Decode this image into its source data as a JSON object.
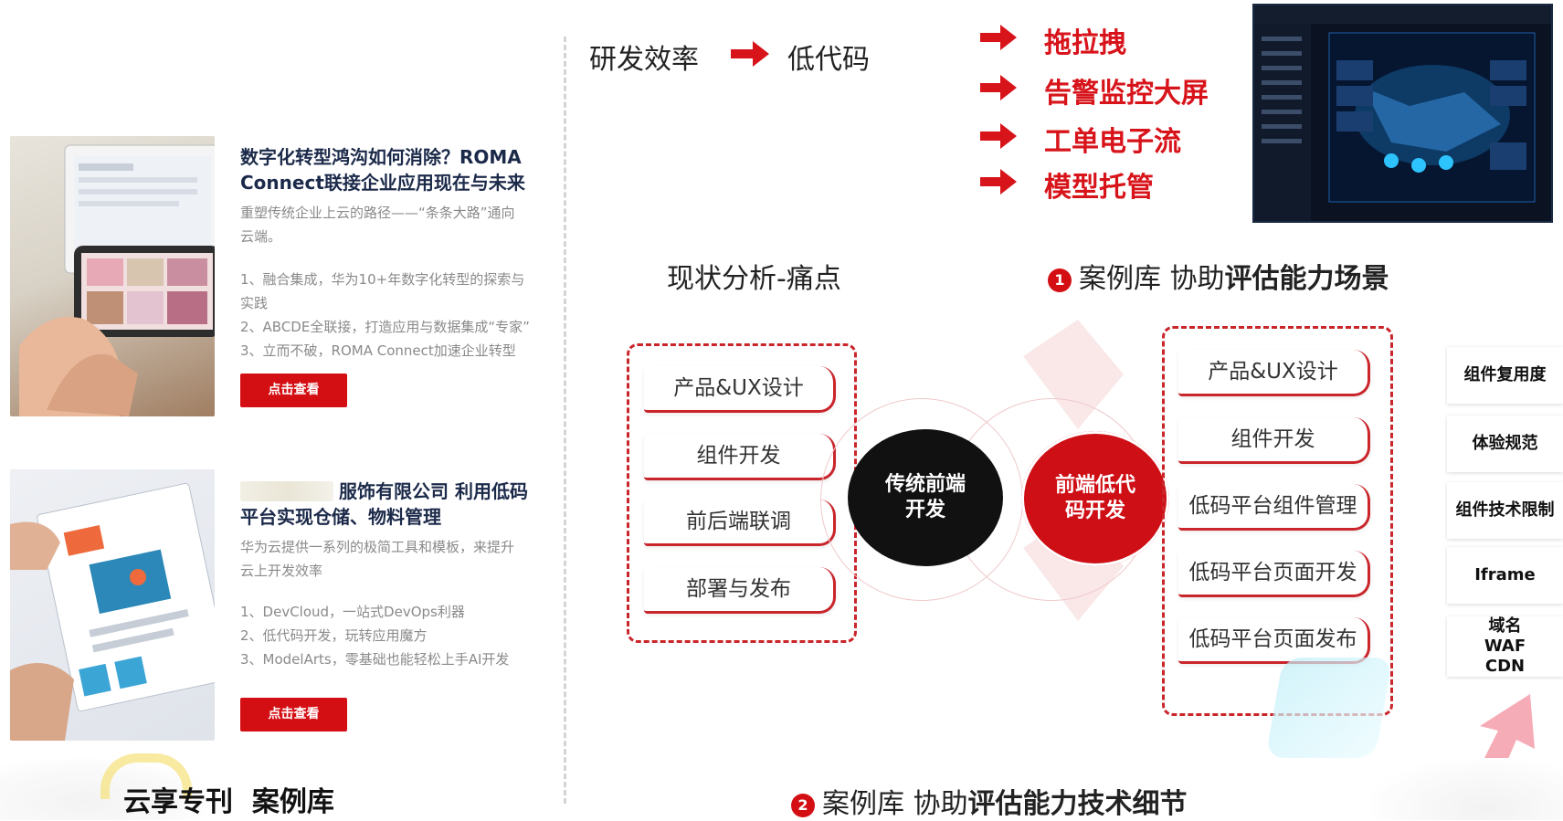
{
  "left": {
    "cards": [
      {
        "title_line1": "数字化转型鸿沟如何消除？ROMA",
        "title_line2": "Connect联接企业应用现在与未来",
        "desc_line1": "重塑传统企业上云的路径——“条条大路”通向",
        "desc_line2": "云端。",
        "items": [
          "1、融合集成，华为10+年数字化转型的探索与",
          "实践",
          "2、ABCDE全联接，打造应用与数据集成“专家”",
          "3、立而不破，ROMA Connect加速企业转型"
        ],
        "button": "点击查看"
      },
      {
        "title_line1": "服饰有限公司 利用低码",
        "title_line2": "平台实现仓储、物料管理",
        "desc_line1": "华为云提供一系列的极简工具和模板，来提升",
        "desc_line2": "云上开发效率",
        "items": [
          "1、DevCloud，一站式DevOps利器",
          "2、低代码开发，玩转应用魔方",
          "3、ModelArts，零基础也能轻松上手AI开发"
        ],
        "button": "点击查看"
      }
    ],
    "footer": "云享专刊  案例库"
  },
  "top": {
    "left_text": "研发效率",
    "right_text": "低代码",
    "features": [
      "拖拉拽",
      "告警监控大屏",
      "工单电子流",
      "模型托管"
    ]
  },
  "analysis": {
    "title": "现状分析-痛点",
    "case1_num": "1",
    "case1_prefix": "案例库 协助",
    "case1_bold": "评估能力场景",
    "left_stages": [
      "产品&UX设计",
      "组件开发",
      "前后端联调",
      "部署与发布"
    ],
    "circle_left": "传统前端开发",
    "circle_left_l1": "传统前端",
    "circle_left_l2": "开发",
    "circle_right_l1": "前端低代",
    "circle_right_l2": "码开发",
    "right_stages": [
      "产品&UX设计",
      "组件开发",
      "低码平台组件管理",
      "低码平台页面开发",
      "低码平台页面发布"
    ],
    "side_cards": [
      "组件复用度",
      "体验规范",
      "组件技术限制",
      "Iframe"
    ],
    "side_card_multi": [
      "域名",
      "WAF",
      "CDN"
    ],
    "case2_num": "2",
    "case2_prefix": "案例库 协助",
    "case2_bold": "评估能力技术细节"
  },
  "colors": {
    "accent": "#d40f14",
    "dark": "#111111"
  }
}
